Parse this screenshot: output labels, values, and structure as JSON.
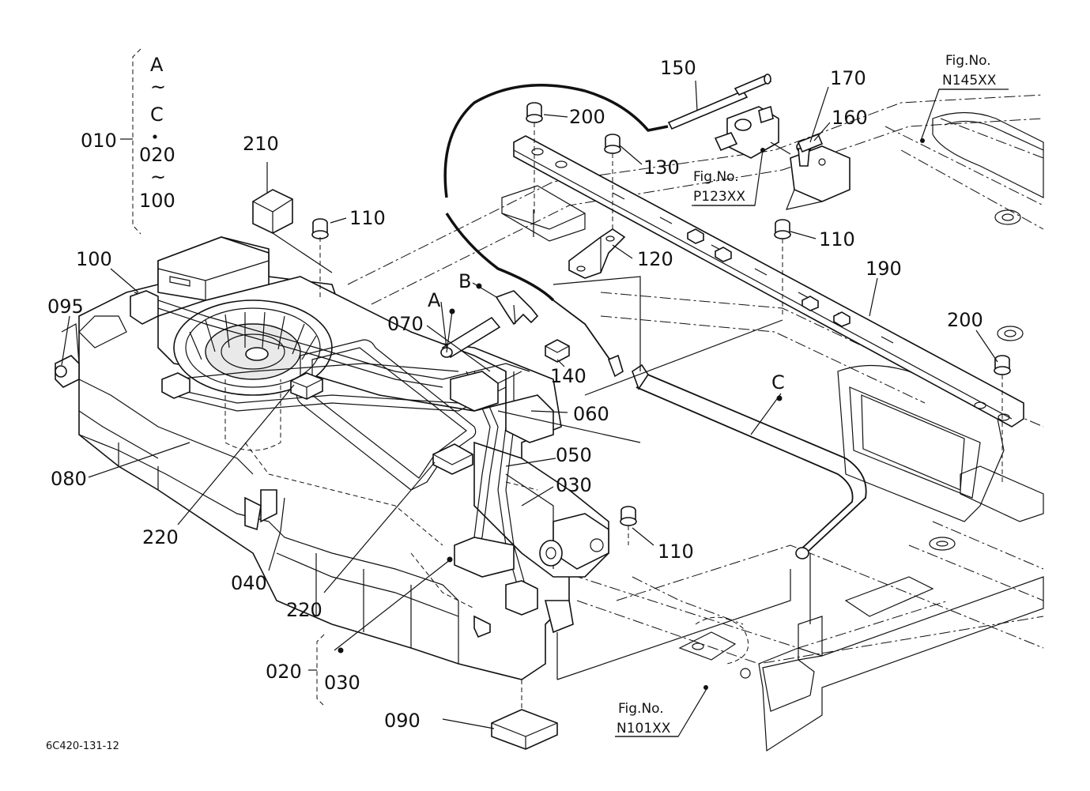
{
  "diagram": {
    "footer_code": "6C420-131-12",
    "group": {
      "code": "010",
      "line1": "A",
      "line2": "~",
      "line3": "C",
      "line4": "・",
      "line5": "020",
      "line6": "~",
      "line7": "100"
    },
    "subgroup": {
      "code": "020",
      "item": "030"
    },
    "fig_refs": [
      {
        "title": "Fig.No.",
        "code": "N145XX"
      },
      {
        "title": "Fig.No.",
        "code": "P123XX"
      },
      {
        "title": "Fig.No.",
        "code": "N101XX"
      }
    ],
    "part_labels": {
      "p210": "210",
      "p110a": "110",
      "p100": "100",
      "p095": "095",
      "p080": "080",
      "p220a": "220",
      "p040": "040",
      "p220b": "220",
      "p020b": "020",
      "p090": "090",
      "p070": "070",
      "pA": "A",
      "pB": "B",
      "p140": "140",
      "p060": "060",
      "p050": "050",
      "p030": "030",
      "p110b": "110",
      "p120": "120",
      "p200a": "200",
      "p130": "130",
      "p150": "150",
      "p170": "170",
      "p160": "160",
      "p110c": "110",
      "p190": "190",
      "p200b": "200",
      "pC": "C"
    }
  }
}
